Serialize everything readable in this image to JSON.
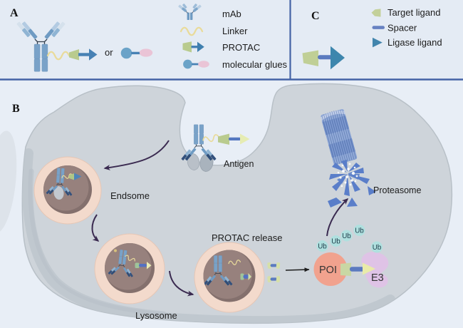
{
  "figure": {
    "panel_a_label": "A",
    "panel_b_label": "B",
    "panel_c_label": "C",
    "or_text": "or"
  },
  "legend_a": {
    "items": [
      {
        "icon": "antibody-icon",
        "label": "mAb"
      },
      {
        "icon": "linker-icon",
        "label": "Linker"
      },
      {
        "icon": "protac-icon",
        "label": "PROTAC"
      },
      {
        "icon": "molecular-glue-icon",
        "label": "molecular glues"
      }
    ]
  },
  "legend_c": {
    "items": [
      {
        "icon": "target-ligand-icon",
        "label": "Target ligand"
      },
      {
        "icon": "spacer-icon",
        "label": "Spacer"
      },
      {
        "icon": "ligase-ligand-icon",
        "label": "Ligase ligand"
      }
    ]
  },
  "pathway": {
    "antigen_label": "Antigen",
    "endosome_label": "Endsome",
    "lysosome_label": "Lysosome",
    "protac_release_label": "PROTAC release",
    "poi_label": "POI",
    "e3_label": "E3",
    "ub_label": "Ub",
    "proteasome_label": "Proteasome"
  },
  "colors": {
    "bg-top": "#e4ebf4",
    "bg-b": "#e8eef6",
    "divider": "#4463a5",
    "cell": "#ccd3da",
    "cell-edge": "#b6bec6",
    "cell-shadow": "#bac2ca",
    "vesicle-ring": "#f3dacc",
    "vesicle-core": "#97817d",
    "ab-blue": "#79a2c8",
    "linker-yellow": "#e9db9b",
    "ligand-green": "#b9cb8e",
    "arrow-blue": "#4781b4",
    "shaft-blue": "#5b7abf",
    "ligase-teal": "#3d86ad",
    "pale-triangle": "#e9ecb4",
    "glue-pink": "#eac4d6",
    "ub-teal": "#aadedd",
    "poi-salmon": "#f1a28e",
    "e3-purple": "#dfc3e6",
    "proteasome-blue": "#7e9cd3",
    "arrow": "#3a2a50",
    "ink": "#1c1c1c"
  }
}
